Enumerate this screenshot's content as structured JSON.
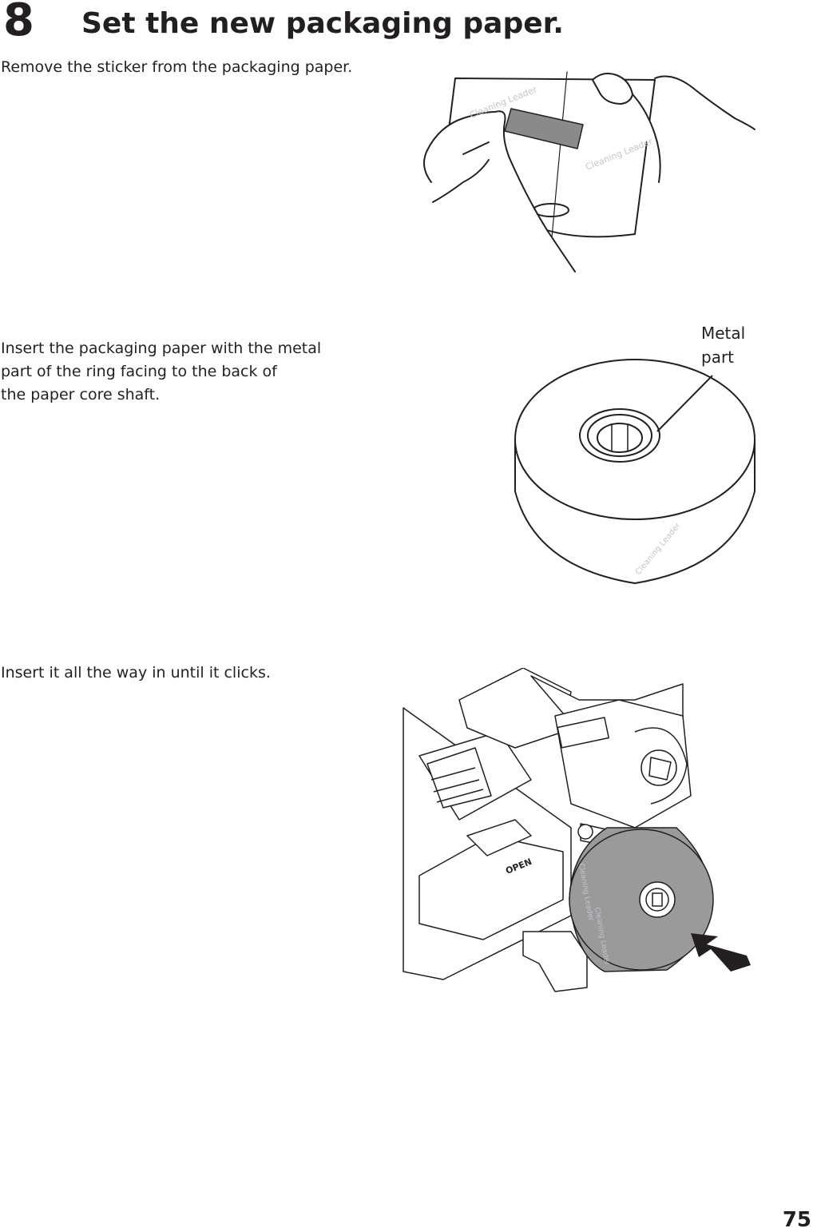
{
  "header": {
    "step_number": "8",
    "title": "Set the new packaging paper."
  },
  "steps": [
    {
      "text_lines": [
        "Remove the sticker from the packaging paper."
      ]
    },
    {
      "text_lines": [
        "Insert the packaging paper with the metal",
        "part of the ring facing to the back of",
        "the paper core shaft."
      ],
      "callout": [
        "Metal",
        "part"
      ]
    },
    {
      "text_lines": [
        "Insert it all the way in until it clicks."
      ]
    }
  ],
  "roll_print": "Cleaning Leader",
  "machine_label": "OPEN",
  "colors": {
    "text": "#231f20",
    "sticker": "#8a8a8a",
    "roll_fill": "#9a9a9a",
    "roll_print": "#bfc4cc"
  },
  "footer": {
    "page_number": "75"
  }
}
